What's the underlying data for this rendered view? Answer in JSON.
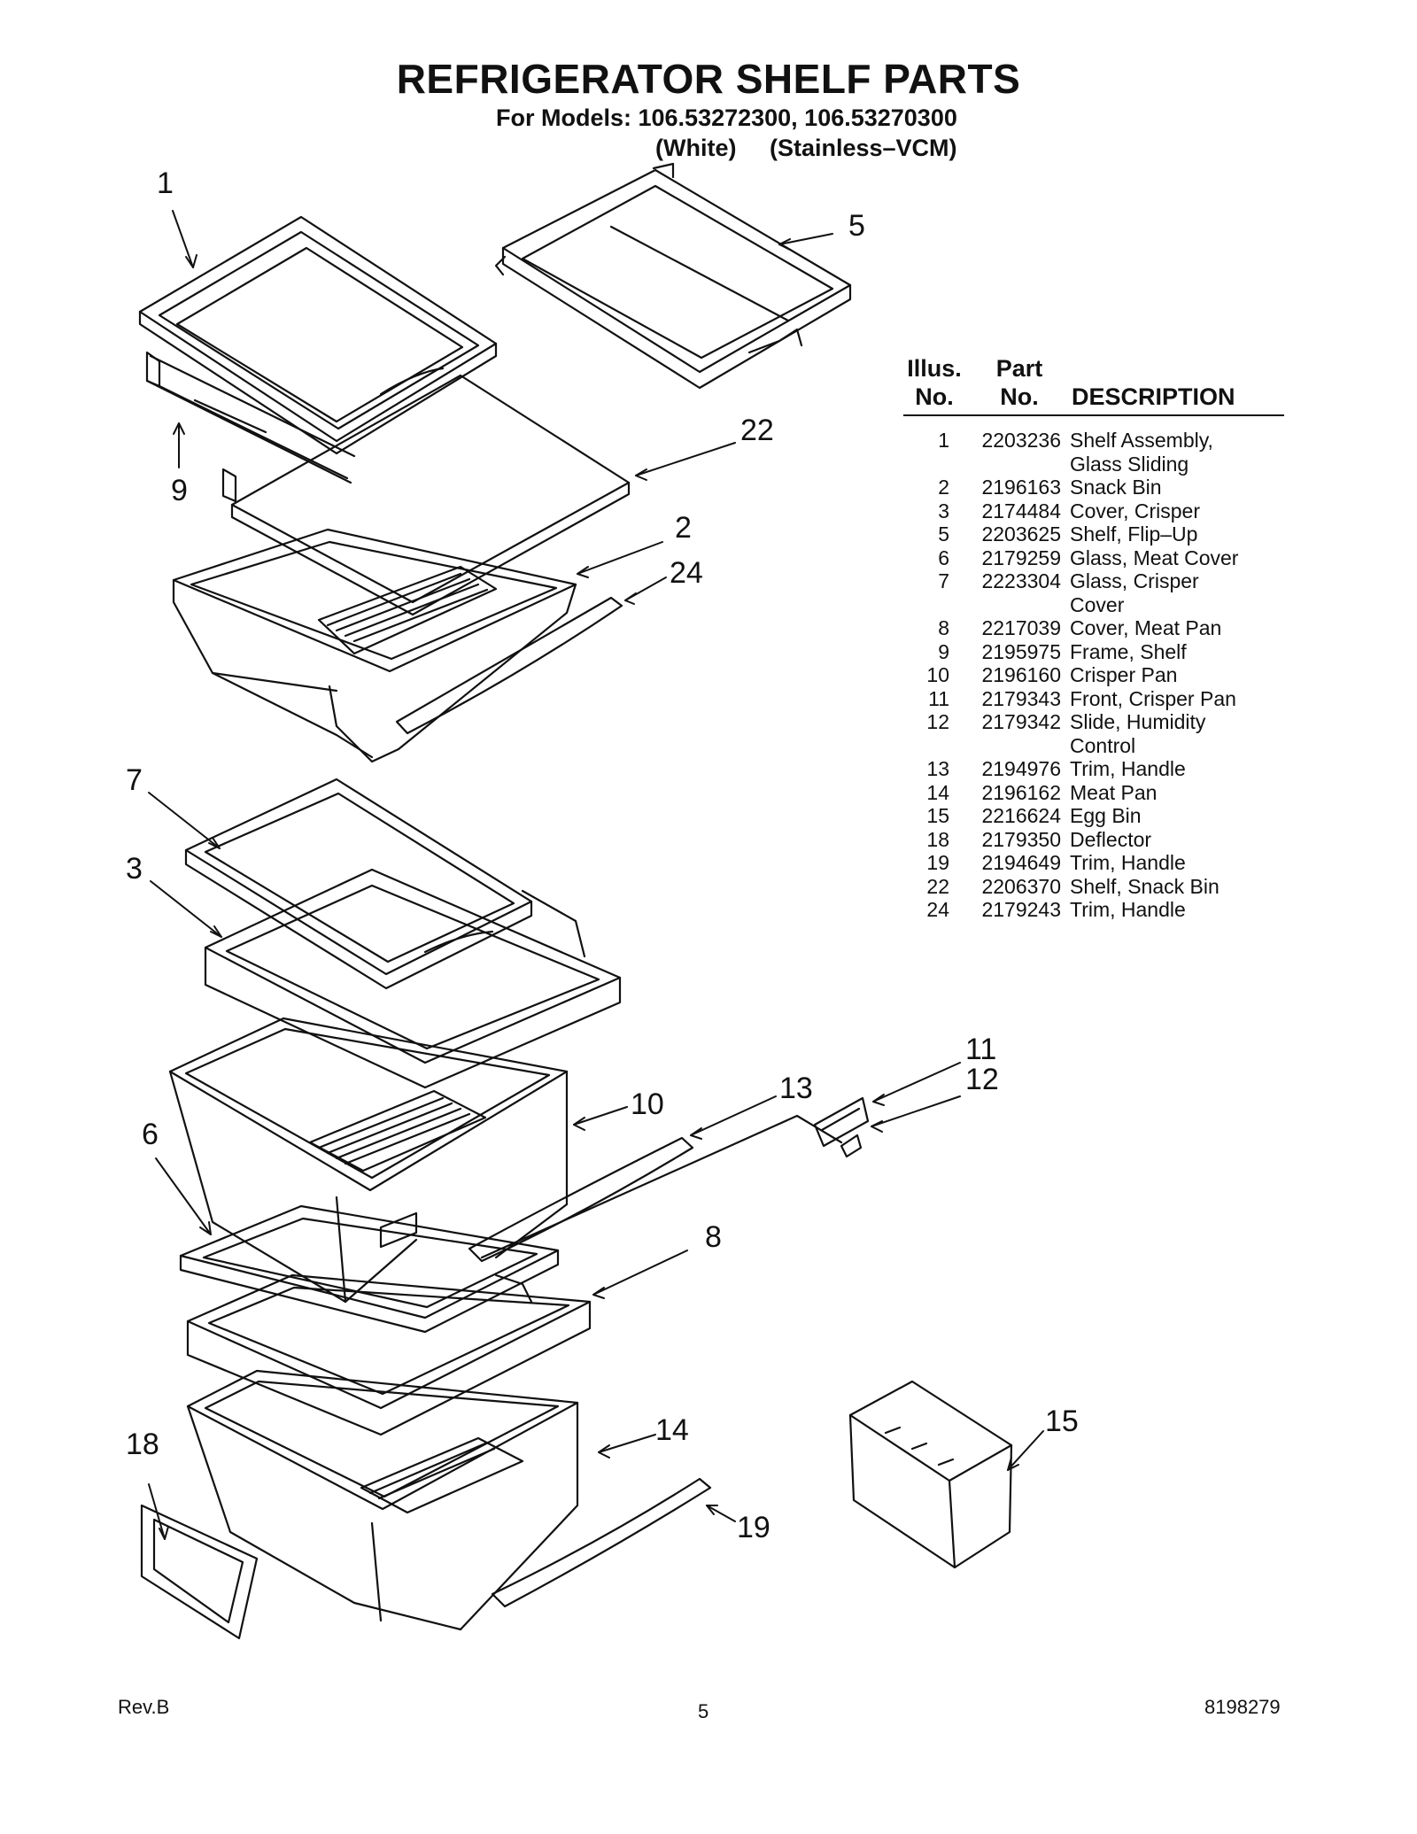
{
  "header": {
    "title": "REFRIGERATOR SHELF PARTS",
    "subtitle": "For Models: 106.53272300, 106.53270300",
    "variant_1": "(White)",
    "variant_2": "(Stainless–VCM)"
  },
  "table": {
    "col_illus": [
      "Illus.",
      "No."
    ],
    "col_part": [
      "Part",
      "No."
    ],
    "col_desc": "DESCRIPTION",
    "rows": [
      {
        "illus": "1",
        "part": "2203236",
        "desc": "Shelf Assembly,",
        "desc2": "Glass Sliding"
      },
      {
        "illus": "2",
        "part": "2196163",
        "desc": "Snack Bin"
      },
      {
        "illus": "3",
        "part": "2174484",
        "desc": "Cover, Crisper"
      },
      {
        "illus": "5",
        "part": "2203625",
        "desc": "Shelf, Flip–Up"
      },
      {
        "illus": "6",
        "part": "2179259",
        "desc": "Glass, Meat Cover"
      },
      {
        "illus": "7",
        "part": "2223304",
        "desc": "Glass, Crisper",
        "desc2": "Cover"
      },
      {
        "illus": "8",
        "part": "2217039",
        "desc": "Cover, Meat Pan"
      },
      {
        "illus": "9",
        "part": "2195975",
        "desc": "Frame, Shelf"
      },
      {
        "illus": "10",
        "part": "2196160",
        "desc": "Crisper Pan"
      },
      {
        "illus": "11",
        "part": "2179343",
        "desc": "Front, Crisper Pan"
      },
      {
        "illus": "12",
        "part": "2179342",
        "desc": "Slide, Humidity",
        "desc2": "Control"
      },
      {
        "illus": "13",
        "part": "2194976",
        "desc": "Trim, Handle"
      },
      {
        "illus": "14",
        "part": "2196162",
        "desc": "Meat Pan"
      },
      {
        "illus": "15",
        "part": "2216624",
        "desc": "Egg Bin"
      },
      {
        "illus": "18",
        "part": "2179350",
        "desc": "Deflector"
      },
      {
        "illus": "19",
        "part": "2194649",
        "desc": "Trim, Handle"
      },
      {
        "illus": "22",
        "part": "2206370",
        "desc": "Shelf, Snack Bin"
      },
      {
        "illus": "24",
        "part": "2179243",
        "desc": "Trim, Handle"
      }
    ]
  },
  "callouts": {
    "c1": "1",
    "c5": "5",
    "c9": "9",
    "c22": "22",
    "c2": "2",
    "c24": "24",
    "c7": "7",
    "c3": "3",
    "c11": "11",
    "c12": "12",
    "c13": "13",
    "c10": "10",
    "c6": "6",
    "c8": "8",
    "c18": "18",
    "c14": "14",
    "c15": "15",
    "c19": "19"
  },
  "footer": {
    "rev": "Rev.B",
    "page": "5",
    "doc_number": "8198279"
  }
}
